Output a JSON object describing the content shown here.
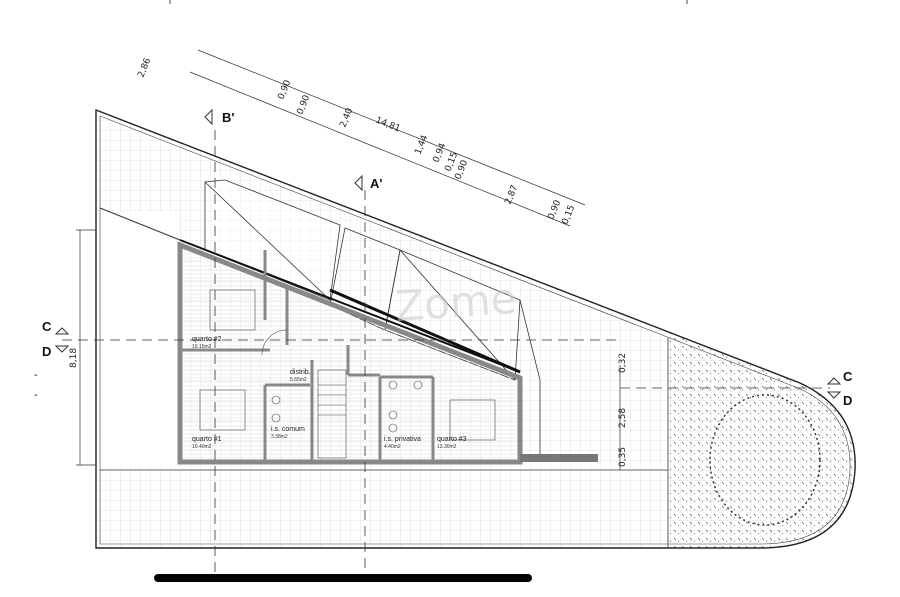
{
  "plan": {
    "colors": {
      "wall": "#9a9a9a",
      "line": "#222222",
      "grid": "#cfcfcf",
      "bar": "#000000",
      "watermark": "#c8c8c8"
    },
    "watermark": "Zome",
    "rooms": [
      {
        "name": "quarto #2",
        "area": "10.15m2"
      },
      {
        "name": "quarto #1",
        "area": "10.40m2"
      },
      {
        "name": "distrib.",
        "area": "5.65m2"
      },
      {
        "name": "i.s. comum",
        "area": "3.38m2"
      },
      {
        "name": "i.s. privativa",
        "area": "4.40m2"
      },
      {
        "name": "quarto #3",
        "area": "13.30m2"
      }
    ],
    "sections": {
      "a": "A'",
      "b": "B'",
      "c": "C",
      "d": "D"
    },
    "dimensions": {
      "total_top": "14,81",
      "top_chain": [
        "2,86",
        "0,90",
        "0,90",
        "2,40",
        "1,44",
        "0,94",
        "0,15",
        "0,90",
        "2,87",
        "0,90",
        "0,15"
      ],
      "left": "8,18",
      "right": [
        "0,32",
        "2,58",
        "0,35"
      ]
    }
  }
}
